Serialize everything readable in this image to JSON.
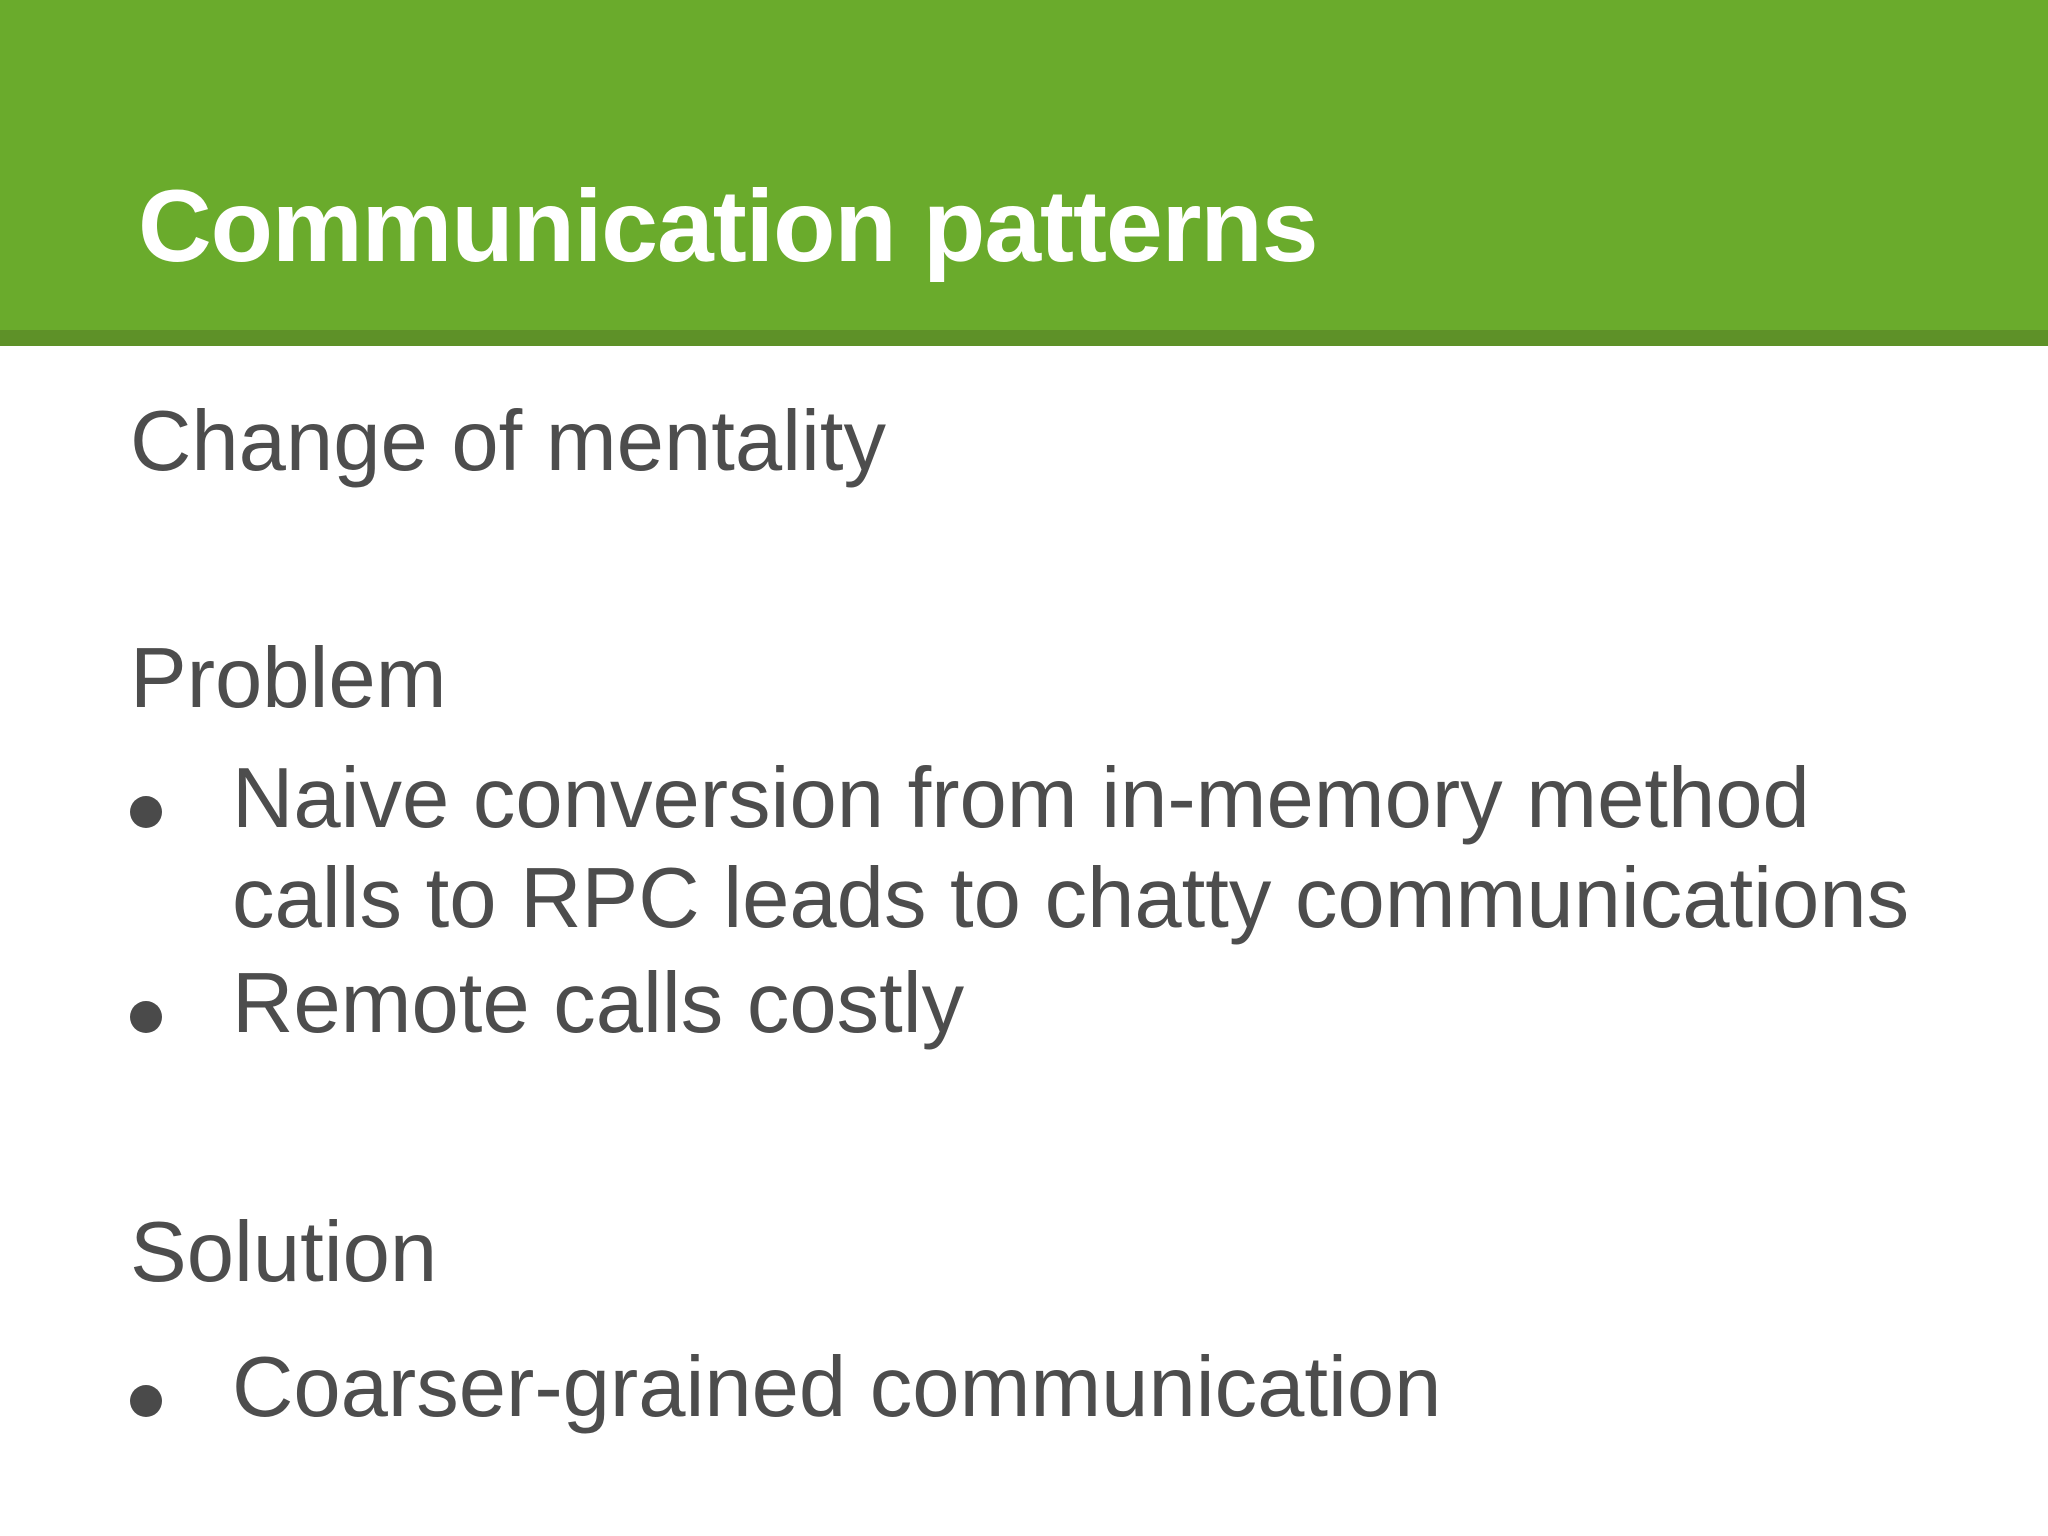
{
  "slide": {
    "title": "Communication patterns",
    "sections": [
      {
        "heading": "Change of mentality",
        "bullets": []
      },
      {
        "heading": "Problem",
        "bullets": [
          "Naive conversion from in-memory method calls to RPC leads to chatty communications",
          "Remote calls costly"
        ]
      },
      {
        "heading": "Solution",
        "bullets": [
          "Coarser-grained communication"
        ]
      }
    ],
    "colors": {
      "header_green": "#6AAB2C",
      "header_band_green": "#5E9128",
      "body_text_gray": "#4D4D4D",
      "title_white": "#FFFFFF"
    }
  }
}
